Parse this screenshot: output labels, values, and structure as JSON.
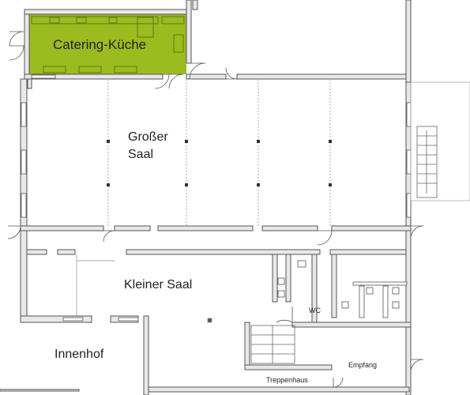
{
  "rooms": {
    "catering_kueche": "Catering-Küche",
    "grosser_saal_line1": "Großer",
    "grosser_saal_line2": "Saal",
    "kleiner_saal": "Kleiner Saal",
    "innenhof": "Innenhof",
    "wc": "WC",
    "empfang": "Empfang",
    "treppenhaus": "Treppenhaus"
  },
  "colors": {
    "wall_fill": "#e8e8e8",
    "wall_stroke": "#555555",
    "kitchen_highlight": "#9bbb1f",
    "line": "#666666",
    "dotted": "#aaaaaa"
  }
}
